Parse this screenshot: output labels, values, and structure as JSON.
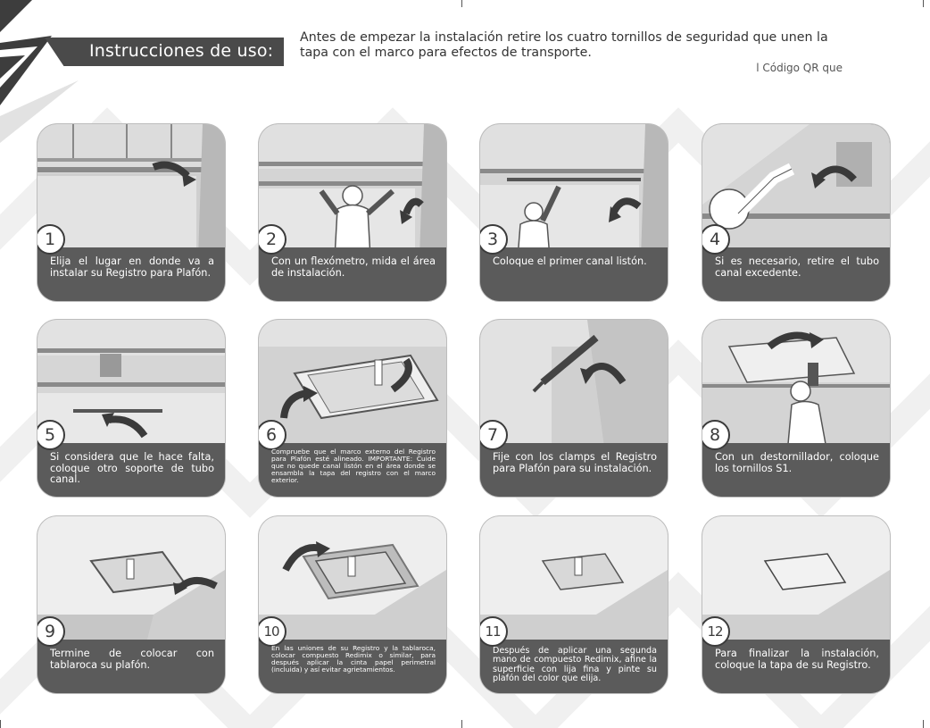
{
  "header": {
    "title": "Instrucciones de uso:",
    "intro": "Antes de empezar la instalación retire los cuatro tornillos de seguridad que unen la tapa con el marco para efectos de transporte.",
    "qr_note": "l Código QR que"
  },
  "steps": [
    {
      "number": "1",
      "text": "Elija el lugar en donde va a instalar su Registro para Plafón."
    },
    {
      "number": "2",
      "text": "Con un flexómetro, mida el área de instalación."
    },
    {
      "number": "3",
      "text": "Coloque el primer canal listón."
    },
    {
      "number": "4",
      "text": "Si es necesario, retire el tubo canal excedente."
    },
    {
      "number": "5",
      "text": "Si considera que le hace falta, coloque otro soporte de tubo canal."
    },
    {
      "number": "6",
      "text": "Compruebe que el marco externo del Registro para Plafón esté alineado. IMPORTANTE: Cuide que no quede canal listón en el área donde se ensambla la tapa del registro con el marco exterior."
    },
    {
      "number": "7",
      "text": "Fije con los clamps el Registro para Plafón para su instalación."
    },
    {
      "number": "8",
      "text": "Con un destornillador, coloque los tornillos S1."
    },
    {
      "number": "9",
      "text": "Termine de colocar con tablaroca su plafón."
    },
    {
      "number": "10",
      "text": "En las uniones de su Registro y la tablaroca, colocar compuesto Redimix o similar, para después aplicar la cinta papel perimetral (incluida) y así evitar agrietamientos."
    },
    {
      "number": "11",
      "text": "Después de aplicar una segunda mano de compuesto Redimix, afine la superficie con lija fina y pinte su plafón del color que elija."
    },
    {
      "number": "12",
      "text": "Para finalizar la instalación, coloque la tapa de su Registro."
    }
  ]
}
